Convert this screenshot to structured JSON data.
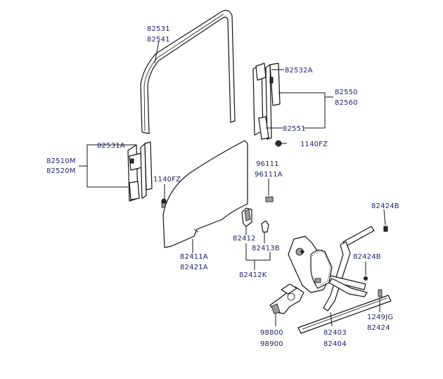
{
  "labels": {
    "l82531": "82531",
    "l82541": "82541",
    "l82532A": "82532A",
    "l82550": "82550",
    "l82560": "82560",
    "l82551": "82551",
    "l1140FZ_right": "1140FZ",
    "l82531A": "82531A",
    "l82510M": "82510M",
    "l82520M": "82520M",
    "l1140FZ_left": "1140FZ",
    "l96111": "96111",
    "l96111A": "96111A",
    "l82424B_top": "82424B",
    "l82412": "82412",
    "l82413B": "82413B",
    "l82412K": "82412K",
    "l82411A": "82411A",
    "l82421A": "82421A",
    "l82424B_mid": "82424B",
    "l1249JG": "1249JG",
    "l82424": "82424",
    "l98800": "98800",
    "l98900": "98900",
    "l82403": "82403",
    "l82404": "82404"
  }
}
